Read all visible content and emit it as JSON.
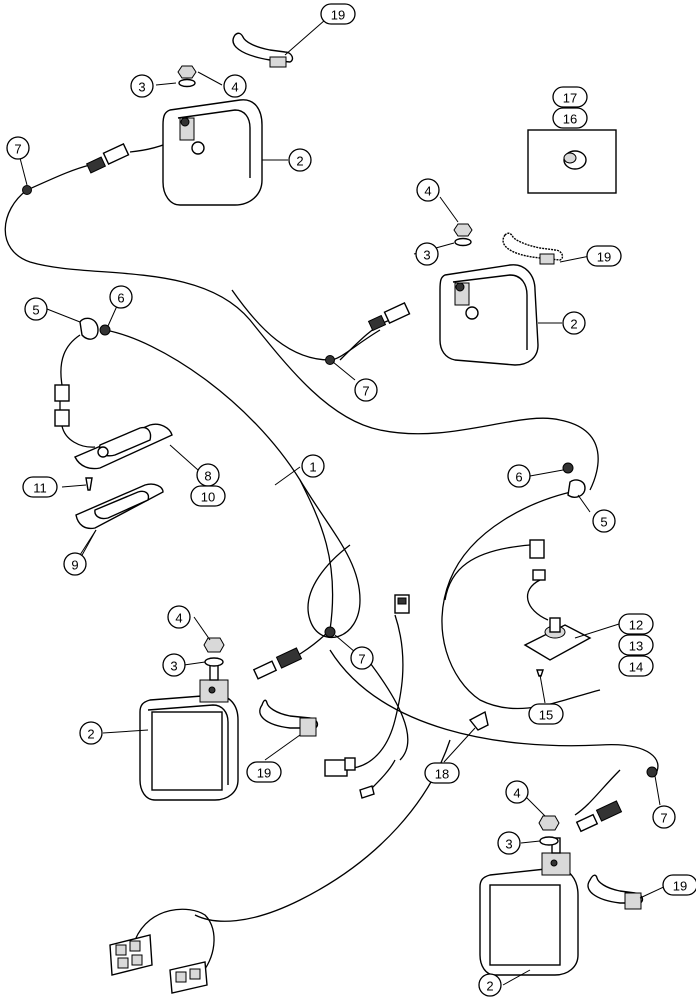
{
  "callouts": [
    {
      "id": "c19a",
      "label": "19"
    },
    {
      "id": "c3a",
      "label": "3"
    },
    {
      "id": "c4a",
      "label": "4"
    },
    {
      "id": "c7a",
      "label": "7"
    },
    {
      "id": "c2a",
      "label": "2"
    },
    {
      "id": "c17",
      "label": "17"
    },
    {
      "id": "c16",
      "label": "16"
    },
    {
      "id": "c4b",
      "label": "4"
    },
    {
      "id": "c3b",
      "label": "3"
    },
    {
      "id": "c19b",
      "label": "19"
    },
    {
      "id": "c2b",
      "label": "2"
    },
    {
      "id": "c5a",
      "label": "5"
    },
    {
      "id": "c6a",
      "label": "6"
    },
    {
      "id": "c7b",
      "label": "7"
    },
    {
      "id": "c1",
      "label": "1"
    },
    {
      "id": "c8",
      "label": "8"
    },
    {
      "id": "c10",
      "label": "10"
    },
    {
      "id": "c11",
      "label": "11"
    },
    {
      "id": "c9",
      "label": "9"
    },
    {
      "id": "c6b",
      "label": "6"
    },
    {
      "id": "c5b",
      "label": "5"
    },
    {
      "id": "c12",
      "label": "12"
    },
    {
      "id": "c13",
      "label": "13"
    },
    {
      "id": "c14",
      "label": "14"
    },
    {
      "id": "c15",
      "label": "15"
    },
    {
      "id": "c4c",
      "label": "4"
    },
    {
      "id": "c3c",
      "label": "3"
    },
    {
      "id": "c7c",
      "label": "7"
    },
    {
      "id": "c2c",
      "label": "2"
    },
    {
      "id": "c19c",
      "label": "19"
    },
    {
      "id": "c18",
      "label": "18"
    },
    {
      "id": "c4d",
      "label": "4"
    },
    {
      "id": "c3d",
      "label": "3"
    },
    {
      "id": "c7d",
      "label": "7"
    },
    {
      "id": "c19d",
      "label": "19"
    },
    {
      "id": "c2d",
      "label": "2"
    }
  ]
}
